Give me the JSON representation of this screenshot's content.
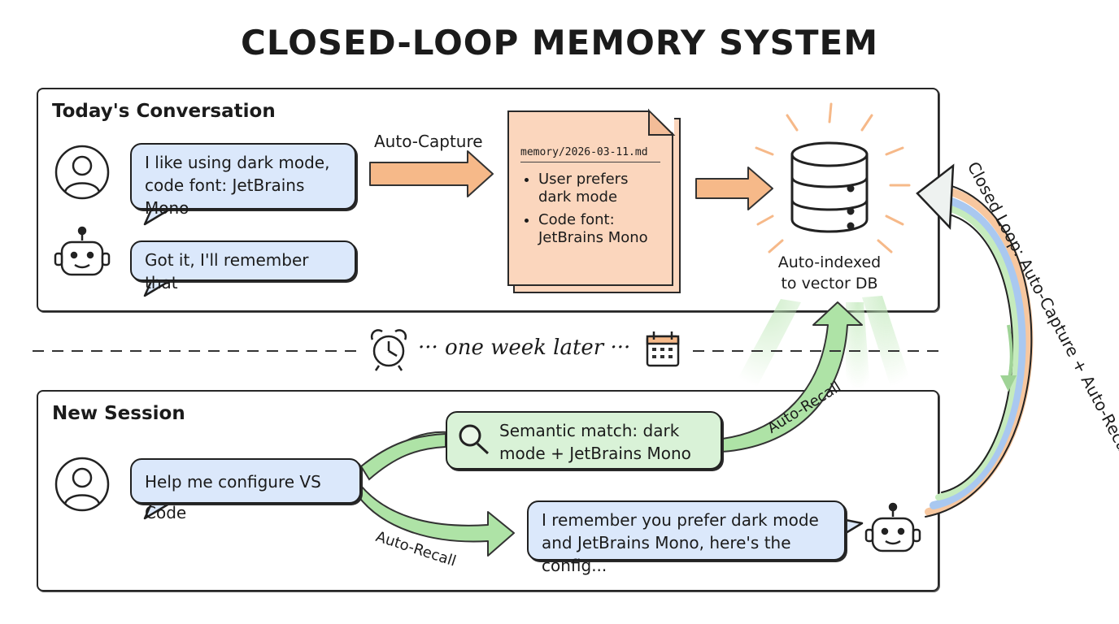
{
  "title": "CLOSED-LOOP MEMORY SYSTEM",
  "top_panel": {
    "title": "Today's Conversation",
    "user_message": "I like using dark mode, code font: JetBrains Mono",
    "bot_message": "Got it, I'll remember that"
  },
  "capture_label": "Auto-Capture",
  "memory_note": {
    "path": "memory/2026-03-11.md",
    "items": [
      "User prefers dark mode",
      "Code font: JetBrains Mono"
    ]
  },
  "vector_db_label": "Auto-indexed to vector DB",
  "separator_label": "··· one week later ···",
  "bottom_panel": {
    "title": "New Session",
    "user_message": "Help me configure VS Code",
    "semantic_match": "Semantic match: dark mode + JetBrains Mono",
    "bot_message": "I remember you prefer dark mode and JetBrains Mono, here's the config..."
  },
  "recall_label_upper": "Auto-Recall",
  "recall_label_lower": "Auto-Recall",
  "loop_label": "Closed Loop: Auto-Capture + Auto-Recall Cycle",
  "icons": [
    "user-avatar-icon",
    "robot-icon",
    "document-icon",
    "database-icon",
    "alarm-clock-icon",
    "calendar-icon",
    "magnifier-icon",
    "arrow-icon"
  ],
  "colors": {
    "user_bubble": "#dbe8fb",
    "match_bubble": "#d9f2d7",
    "note": "#fbd6bd",
    "capture_arrow": "#f6b989",
    "recall_arrow": "#aee3a6",
    "loop_blue": "#a9c8f0",
    "loop_orange": "#f7c79f"
  }
}
